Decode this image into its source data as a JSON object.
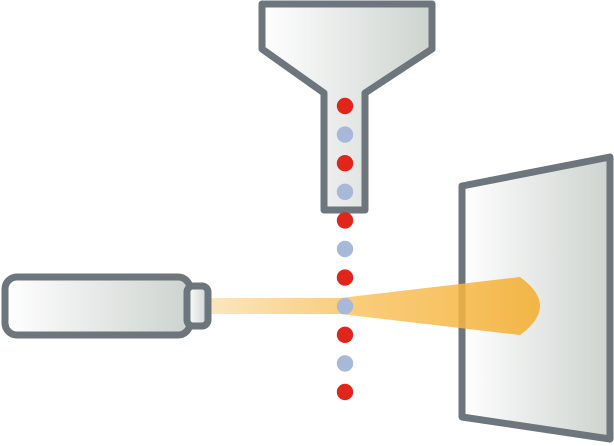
{
  "diagram": {
    "components": [
      "funnel",
      "particle-stream",
      "light-source",
      "light-beam",
      "detector-screen"
    ],
    "particle_stream": {
      "pattern": [
        "red",
        "blue",
        "red",
        "blue",
        "red",
        "blue",
        "red",
        "blue",
        "red",
        "blue",
        "red"
      ]
    },
    "colors": {
      "outline": "#6d767c",
      "body_fill_light": "#ffffff",
      "body_fill_dark": "#ccd2ce",
      "particle_red": "#e1251b",
      "particle_blue": "#a8b8d8",
      "beam": "#f5b335"
    }
  }
}
